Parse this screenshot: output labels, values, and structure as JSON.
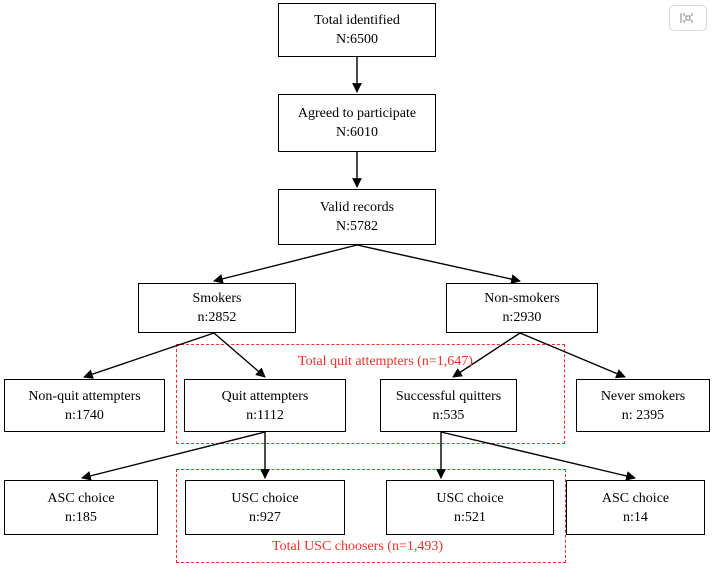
{
  "flowchart": {
    "nodes": {
      "total_identified": {
        "line1": "Total identified",
        "line2": "N:6500"
      },
      "agreed": {
        "line1": "Agreed to participate",
        "line2": "N:6010"
      },
      "valid": {
        "line1": "Valid records",
        "line2": "N:5782"
      },
      "smokers": {
        "line1": "Smokers",
        "line2": "n:2852"
      },
      "non_smokers": {
        "line1": "Non-smokers",
        "line2": "n:2930"
      },
      "non_quit": {
        "line1": "Non-quit attempters",
        "line2": "n:1740"
      },
      "quit_attempters": {
        "line1": "Quit attempters",
        "line2": "n:1112"
      },
      "successful_quitters": {
        "line1": "Successful quitters",
        "line2": "n:535"
      },
      "never_smokers": {
        "line1": "Never smokers",
        "line2": "n: 2395"
      },
      "asc_left": {
        "line1": "ASC choice",
        "line2": "n:185"
      },
      "usc_left": {
        "line1": "USC choice",
        "line2": "n:927"
      },
      "usc_right": {
        "line1": "USC choice",
        "line2": "n:521"
      },
      "asc_right": {
        "line1": "ASC choice",
        "line2": "n:14"
      }
    },
    "groups": {
      "quit_attempters_total": "Total quit attempters (n=1,647)",
      "usc_choosers_total": "Total USC choosers (n=1,493)"
    },
    "colors": {
      "box_border": "#000000",
      "group_border": "#e8332a",
      "group_label": "#e8332a"
    }
  },
  "toolbar": {
    "expand_icon": "expand-icon"
  }
}
